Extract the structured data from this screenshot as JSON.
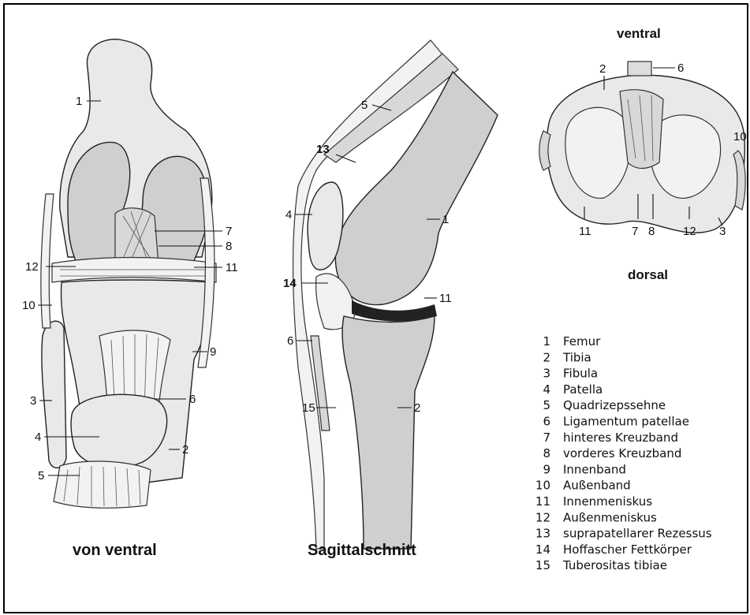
{
  "figures": {
    "ventral_view": {
      "caption": "von ventral",
      "labels": [
        "1",
        "7",
        "8",
        "12",
        "11",
        "10",
        "9",
        "3",
        "6",
        "4",
        "2",
        "5"
      ]
    },
    "sagittal": {
      "caption": "Sagittalschnitt",
      "labels": [
        "5",
        "13",
        "4",
        "1",
        "14",
        "11",
        "6",
        "15",
        "2"
      ]
    },
    "top_view": {
      "top_caption": "ventral",
      "bottom_caption": "dorsal",
      "labels": [
        "2",
        "6",
        "10",
        "11",
        "7",
        "8",
        "12",
        "3"
      ]
    }
  },
  "legend": [
    {
      "num": "1",
      "text": "Femur"
    },
    {
      "num": "2",
      "text": "Tibia"
    },
    {
      "num": "3",
      "text": "Fibula"
    },
    {
      "num": "4",
      "text": "Patella"
    },
    {
      "num": "5",
      "text": "Quadrizepssehne"
    },
    {
      "num": "6",
      "text": "Ligamentum patellae"
    },
    {
      "num": "7",
      "text": "hinteres Kreuzband"
    },
    {
      "num": "8",
      "text": "vorderes Kreuzband"
    },
    {
      "num": "9",
      "text": "Innenband"
    },
    {
      "num": "10",
      "text": "Außenband"
    },
    {
      "num": "11",
      "text": "Innenmeniskus"
    },
    {
      "num": "12",
      "text": "Außenmeniskus"
    },
    {
      "num": "13",
      "text": "suprapatellarer Rezessus"
    },
    {
      "num": "14",
      "text": "Hoffascher Fettkörper"
    },
    {
      "num": "15",
      "text": "Tuberositas tibiae"
    }
  ]
}
